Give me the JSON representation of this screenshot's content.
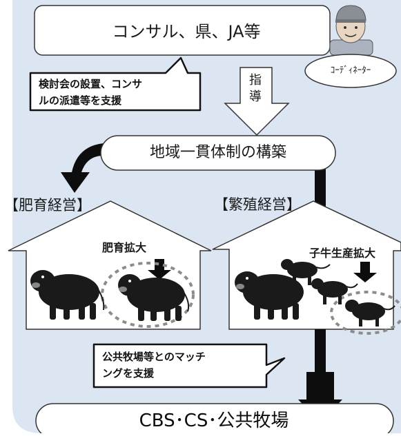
{
  "top_box": {
    "label": "コンサル、県、JA等"
  },
  "coordinator": {
    "label": "ｺｰﾃﾞｨﾈｰﾀｰ",
    "icon": "coordinator-person-icon"
  },
  "callout_support": {
    "lines": [
      "検討会の設置、コンサ",
      "ルの派遣等を支援"
    ]
  },
  "guidance_arrow": {
    "label_chars": [
      "指",
      "導"
    ]
  },
  "center_box": {
    "label": "地域一貫体制の構築"
  },
  "fattening": {
    "heading": "【肥育経営】",
    "caption": "肥育拡大",
    "icon": "cattle-icon"
  },
  "breeding": {
    "heading": "【繁殖経営】",
    "caption": "子牛生産拡大",
    "icon": "calf-icon"
  },
  "callout_matching": {
    "lines": [
      "公共牧場等とのマッチ",
      "ングを支援"
    ]
  },
  "bottom_box": {
    "label": "CBS･CS･公共牧場"
  },
  "colors": {
    "background_panel": "#dce6f2",
    "arrow_black": "#0d0d0d",
    "box_fill": "#ffffff",
    "dashed_circle": "#8c8c8c"
  }
}
